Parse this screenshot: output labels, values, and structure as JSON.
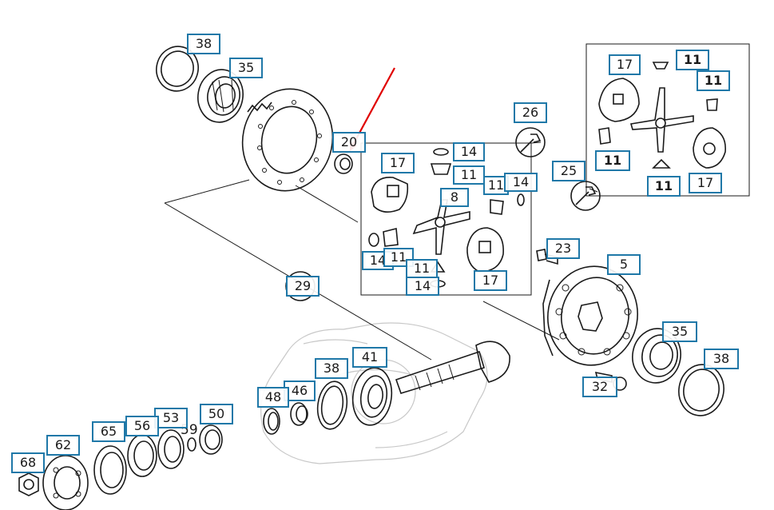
{
  "callouts": {
    "c38a": "38",
    "c35a": "35",
    "c20": "20",
    "c26": "26",
    "c17a": "17",
    "c14a": "14",
    "c11a": "11",
    "c8": "8",
    "c11b": "11",
    "c14b": "14",
    "c14c": "14",
    "c11c": "11",
    "c11d": "11",
    "c14d": "14",
    "c17b": "17",
    "c29": "29",
    "c25": "25",
    "c23": "23",
    "c5": "5",
    "c35b": "35",
    "c38b": "38",
    "c32": "32",
    "c41": "41",
    "c38c": "38",
    "c46": "46",
    "c48": "48",
    "c50": "50",
    "c59": "59",
    "c53": "53",
    "c56": "56",
    "c65": "65",
    "c62": "62",
    "c68": "68",
    "c17c": "17",
    "c11e": "11",
    "c11f": "11",
    "c11g": "11",
    "c11h": "11",
    "c17d": "17"
  },
  "colors": {
    "callout_border": "#1f78a8",
    "pointer_arrow": "#e00000",
    "ink": "#1a1a1a"
  },
  "icons": {
    "wrench_26": "wrench-icon",
    "wrench_25": "wrench-icon"
  }
}
